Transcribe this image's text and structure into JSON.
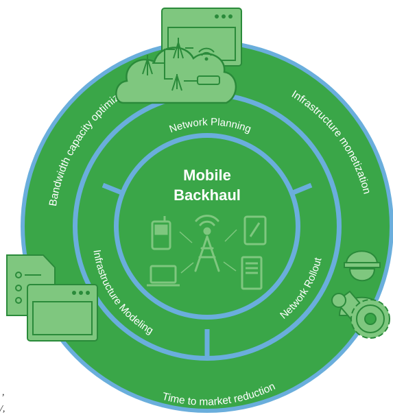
{
  "diagram": {
    "center_title_line1": "Mobile",
    "center_title_line2": "Backhaul",
    "outer_ring": {
      "top_left": "Bandwidth capacity optimization",
      "top_right": "Infrastructure monetization",
      "bottom": "Time to market reduction"
    },
    "middle_ring": {
      "top": "Network Planning",
      "left": "Infrastructure Modeling",
      "right": "Network Rollout"
    },
    "colors": {
      "green": "#3aa648",
      "dark_green": "#2a8a3a",
      "blue": "#6aaedc",
      "light_green": "#7fc77f"
    },
    "icons": [
      "cloud-network-icon",
      "browser-window-icon",
      "document-icon",
      "engineer-icon",
      "gear-icon",
      "cell-tower-icon",
      "mobile-phone-icon",
      "tablet-icon",
      "laptop-icon",
      "server-icon"
    ]
  },
  "margin_text": {
    "line1": ",",
    "line2": "/,"
  }
}
